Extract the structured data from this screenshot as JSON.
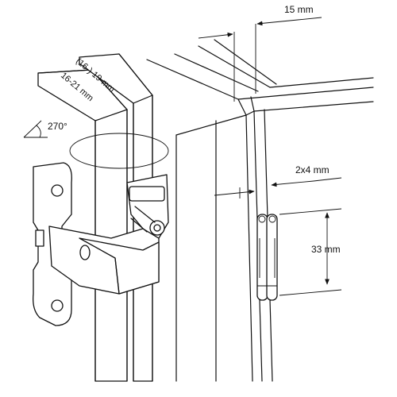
{
  "diagram": {
    "labels": {
      "gap_top": "15 mm",
      "range_16_19": "(16-) 19 mm",
      "range_16_21": "16-21 mm",
      "angle": "270°",
      "gap_side": "2x4 mm",
      "height": "33 mm"
    },
    "colors": {
      "line": "#111111",
      "background": "#ffffff"
    },
    "icons": [
      "rotation-arc-icon",
      "dimension-arrow-icon"
    ]
  }
}
